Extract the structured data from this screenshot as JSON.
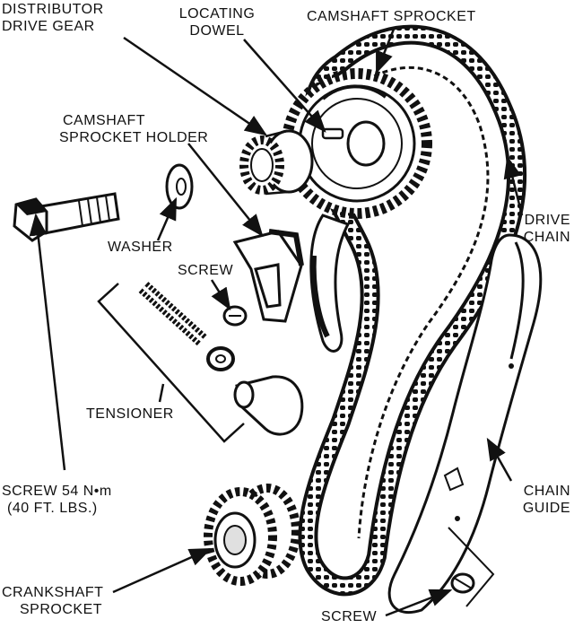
{
  "labels": {
    "distributor_drive_gear": [
      "DISTRIBUTOR",
      "DRIVE GEAR"
    ],
    "locating_dowel": [
      "LOCATING",
      "DOWEL"
    ],
    "camshaft_sprocket": "CAMSHAFT SPROCKET",
    "camshaft_sprocket_holder": [
      "CAMSHAFT",
      "SPROCKET HOLDER"
    ],
    "washer": "WASHER",
    "screw_holder": "SCREW",
    "drive_chain": [
      "DRIVE",
      "CHAIN"
    ],
    "tensioner": "TENSIONER",
    "screw_54": [
      "SCREW 54 N•m",
      "(40 FT. LBS.)"
    ],
    "chain_guide": [
      "CHAIN",
      "GUIDE"
    ],
    "crankshaft_sprocket": [
      "CRANKSHAFT",
      "SPROCKET"
    ],
    "screw_bottom": "SCREW"
  },
  "colors": {
    "ink": "#111111",
    "paper": "#ffffff",
    "shade": "#bdbdbd"
  }
}
